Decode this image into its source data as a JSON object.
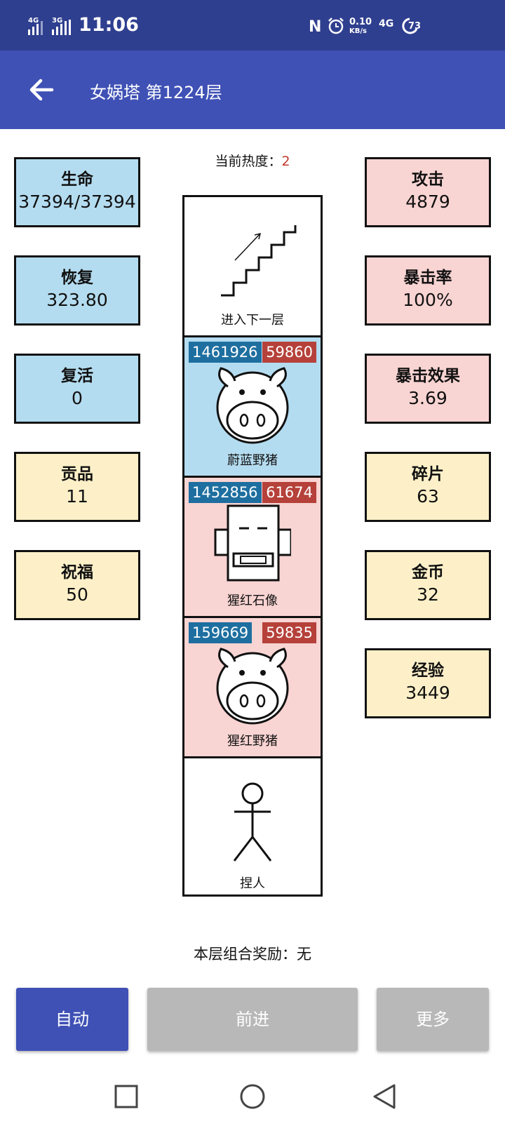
{
  "status_bar": {
    "net1": "4G",
    "net2": "3G",
    "time": "11:06",
    "speed_value": "0.10",
    "speed_unit": "KB/s",
    "net3": "4G",
    "battery": "73"
  },
  "app_bar": {
    "title": "女娲塔 第1224层"
  },
  "heat": {
    "label": "当前热度：",
    "value": "2"
  },
  "left_stats": [
    {
      "name": "生命",
      "value": "37394/37394"
    },
    {
      "name": "恢复",
      "value": "323.80"
    },
    {
      "name": "复活",
      "value": "0"
    },
    {
      "name": "贡品",
      "value": "11"
    },
    {
      "name": "祝福",
      "value": "50"
    }
  ],
  "right_stats": [
    {
      "name": "攻击",
      "value": "4879"
    },
    {
      "name": "暴击率",
      "value": "100%"
    },
    {
      "name": "暴击效果",
      "value": "3.69"
    },
    {
      "name": "碎片",
      "value": "63"
    },
    {
      "name": "金币",
      "value": "32"
    },
    {
      "name": "经验",
      "value": "3449"
    }
  ],
  "tower": {
    "stairs_label": "进入下一层",
    "monsters": [
      {
        "name": "蔚蓝野猪",
        "hp": "1461926",
        "atk": "59860",
        "bg": "#b4dcf0",
        "icon": "pig-icon"
      },
      {
        "name": "猩红石像",
        "hp": "1452856",
        "atk": "61674",
        "bg": "#f8d4d2",
        "icon": "statue-icon"
      },
      {
        "name": "猩红野猪",
        "hp": "159669",
        "atk": "59835",
        "bg": "#f8d4d2",
        "icon": "pig-icon"
      }
    ],
    "player_label": "捏人"
  },
  "reward": {
    "text": "本层组合奖励：无"
  },
  "buttons": {
    "auto": "自动",
    "forward": "前进",
    "more": "更多"
  },
  "colors": {
    "status_bar": "#2f3f8f",
    "app_bar": "#3f51b5",
    "blue_card": "#b4dcf0",
    "pink_card": "#f8d4d2",
    "yellow_card": "#fdf0c8",
    "hp_badge": "#1e6fa0",
    "atk_badge": "#b5413a",
    "disabled_button": "#b8b8b8"
  }
}
